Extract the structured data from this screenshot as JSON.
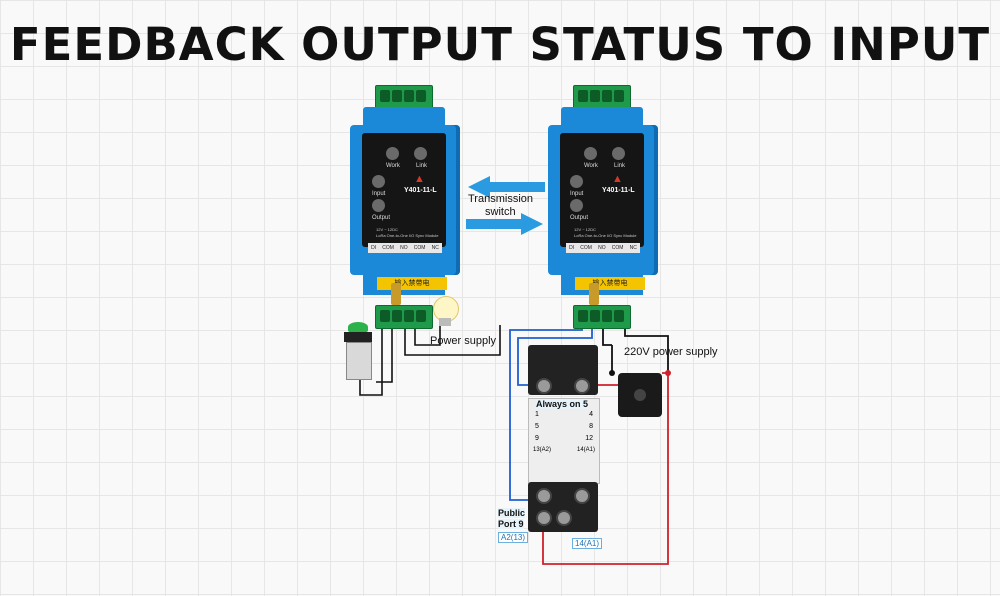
{
  "title": "FEEDBACK OUTPUT STATUS TO INPUT",
  "modules": [
    {
      "model": "Y401-11-L",
      "led_work": "Work",
      "led_link": "Link",
      "led_input": "Input",
      "led_output": "Output",
      "spec": "12V ~ 12DC",
      "subtitle": "LoRa One-to-One I/O Sync Module",
      "terminals": [
        "DI",
        "COM",
        "NO",
        "COM",
        "NC"
      ],
      "warning": "输入禁带电"
    },
    {
      "model": "Y401-11-L",
      "led_work": "Work",
      "led_link": "Link",
      "led_input": "Input",
      "led_output": "Output",
      "spec": "12V ~ 12DC",
      "subtitle": "LoRa One-to-One I/O Sync Module",
      "terminals": [
        "DI",
        "COM",
        "NO",
        "COM",
        "NC"
      ],
      "warning": "输入禁带电"
    }
  ],
  "labels": {
    "transmission_line1": "Transmission",
    "transmission_line2": "switch",
    "power_supply": "Power supply",
    "ac_supply": "220V power supply",
    "always_on": "Always on 5",
    "public_port_line1": "Public",
    "public_port_line2": "Port 9",
    "a2": "A2(13)",
    "a1": "14(A1)"
  },
  "relay_pins": [
    "1",
    "4",
    "5",
    "8",
    "9",
    "12",
    "13(A2)",
    "14(A1)"
  ],
  "colors": {
    "module_blue": "#1b88d8",
    "arrow_blue": "#2a9be0",
    "wire_blue": "#1f5fd0",
    "wire_red": "#d0202a",
    "terminal_green": "#1f9a4a"
  }
}
